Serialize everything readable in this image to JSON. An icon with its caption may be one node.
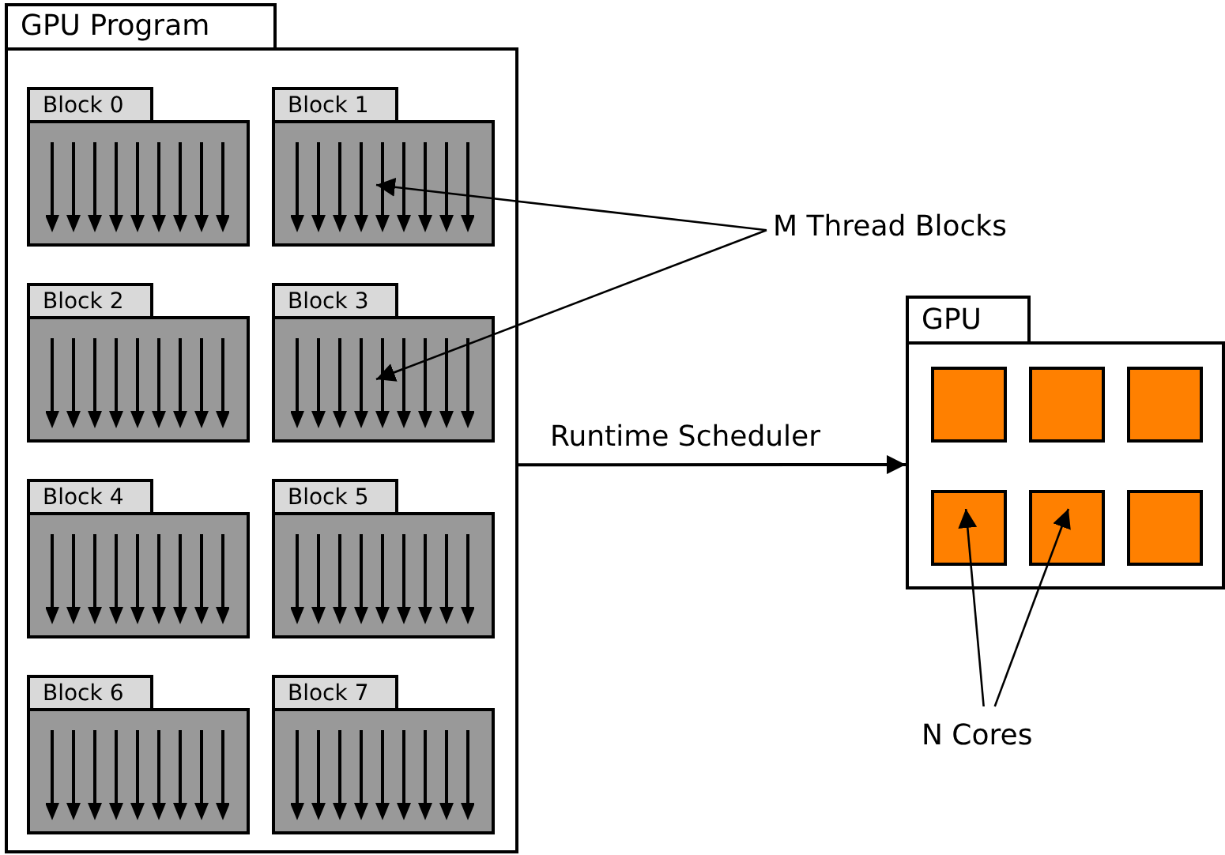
{
  "diagram": {
    "nodes": [
      {
        "text": [
          "GPU Program"
        ]
      },
      {
        "text": [
          "Block 0"
        ],
        "in": 0
      },
      {
        "text": [
          "Block 1"
        ],
        "in": 0
      },
      {
        "text": [
          "Block 2"
        ],
        "in": 0
      },
      {
        "text": [
          "Block 3"
        ],
        "in": 0
      },
      {
        "text": [
          "Block 4"
        ],
        "in": 0
      },
      {
        "text": [
          "Block 5"
        ],
        "in": 0
      },
      {
        "text": [
          "Block 6"
        ],
        "in": 0
      },
      {
        "text": [
          "Block 7"
        ],
        "in": 0
      },
      {
        "text": [
          "GPU"
        ]
      },
      {
        "text": [],
        "shape": "box",
        "in": 9
      },
      {
        "text": [],
        "shape": "box",
        "in": 9
      },
      {
        "text": [],
        "shape": "box",
        "in": 9
      },
      {
        "text": [],
        "shape": "box",
        "in": 9
      },
      {
        "text": [],
        "shape": "box",
        "in": 9
      },
      {
        "text": [],
        "shape": "box",
        "in": 9
      },
      {
        "text": [
          "M Thread Blocks"
        ]
      },
      {
        "text": [
          "N Cores"
        ]
      }
    ],
    "edges": [
      {
        "from": 0,
        "to": 9,
        "arrow": "to",
        "label": "Runtime Scheduler"
      },
      {
        "from": 16,
        "to": 2,
        "arrow": "to"
      },
      {
        "from": 16,
        "to": 4,
        "arrow": "to"
      },
      {
        "from": 17,
        "to": 13,
        "arrow": "to"
      },
      {
        "from": 17,
        "to": 14,
        "arrow": "to"
      }
    ]
  }
}
